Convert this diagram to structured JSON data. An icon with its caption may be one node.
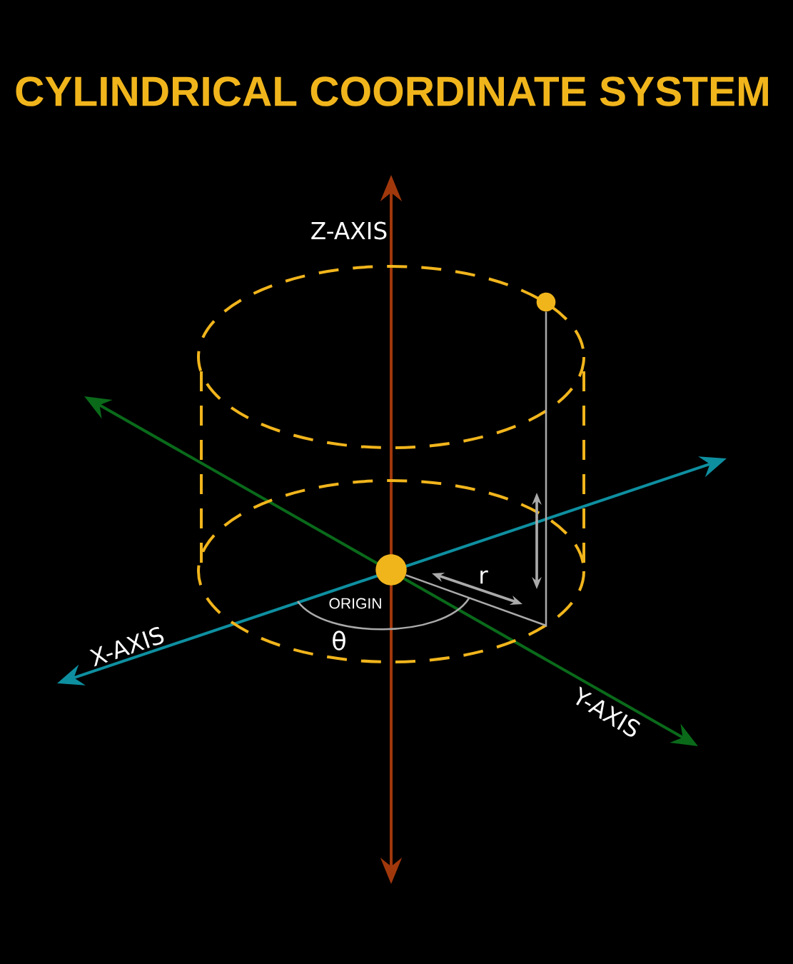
{
  "diagram": {
    "title": "CYLINDRICAL COORDINATE SYSTEM",
    "nodes": [
      {
        "text": [],
        "shape": "circle",
        "beside": [
          "ORIGIN"
        ]
      },
      {
        "text": [],
        "shape": "circle"
      }
    ],
    "edges": [
      {
        "from": 0,
        "to": 1,
        "arrow": "none"
      }
    ],
    "labels": [
      "Z-AXIS",
      "r",
      "X-AXIS",
      "θ",
      "Y-AXIS"
    ]
  }
}
